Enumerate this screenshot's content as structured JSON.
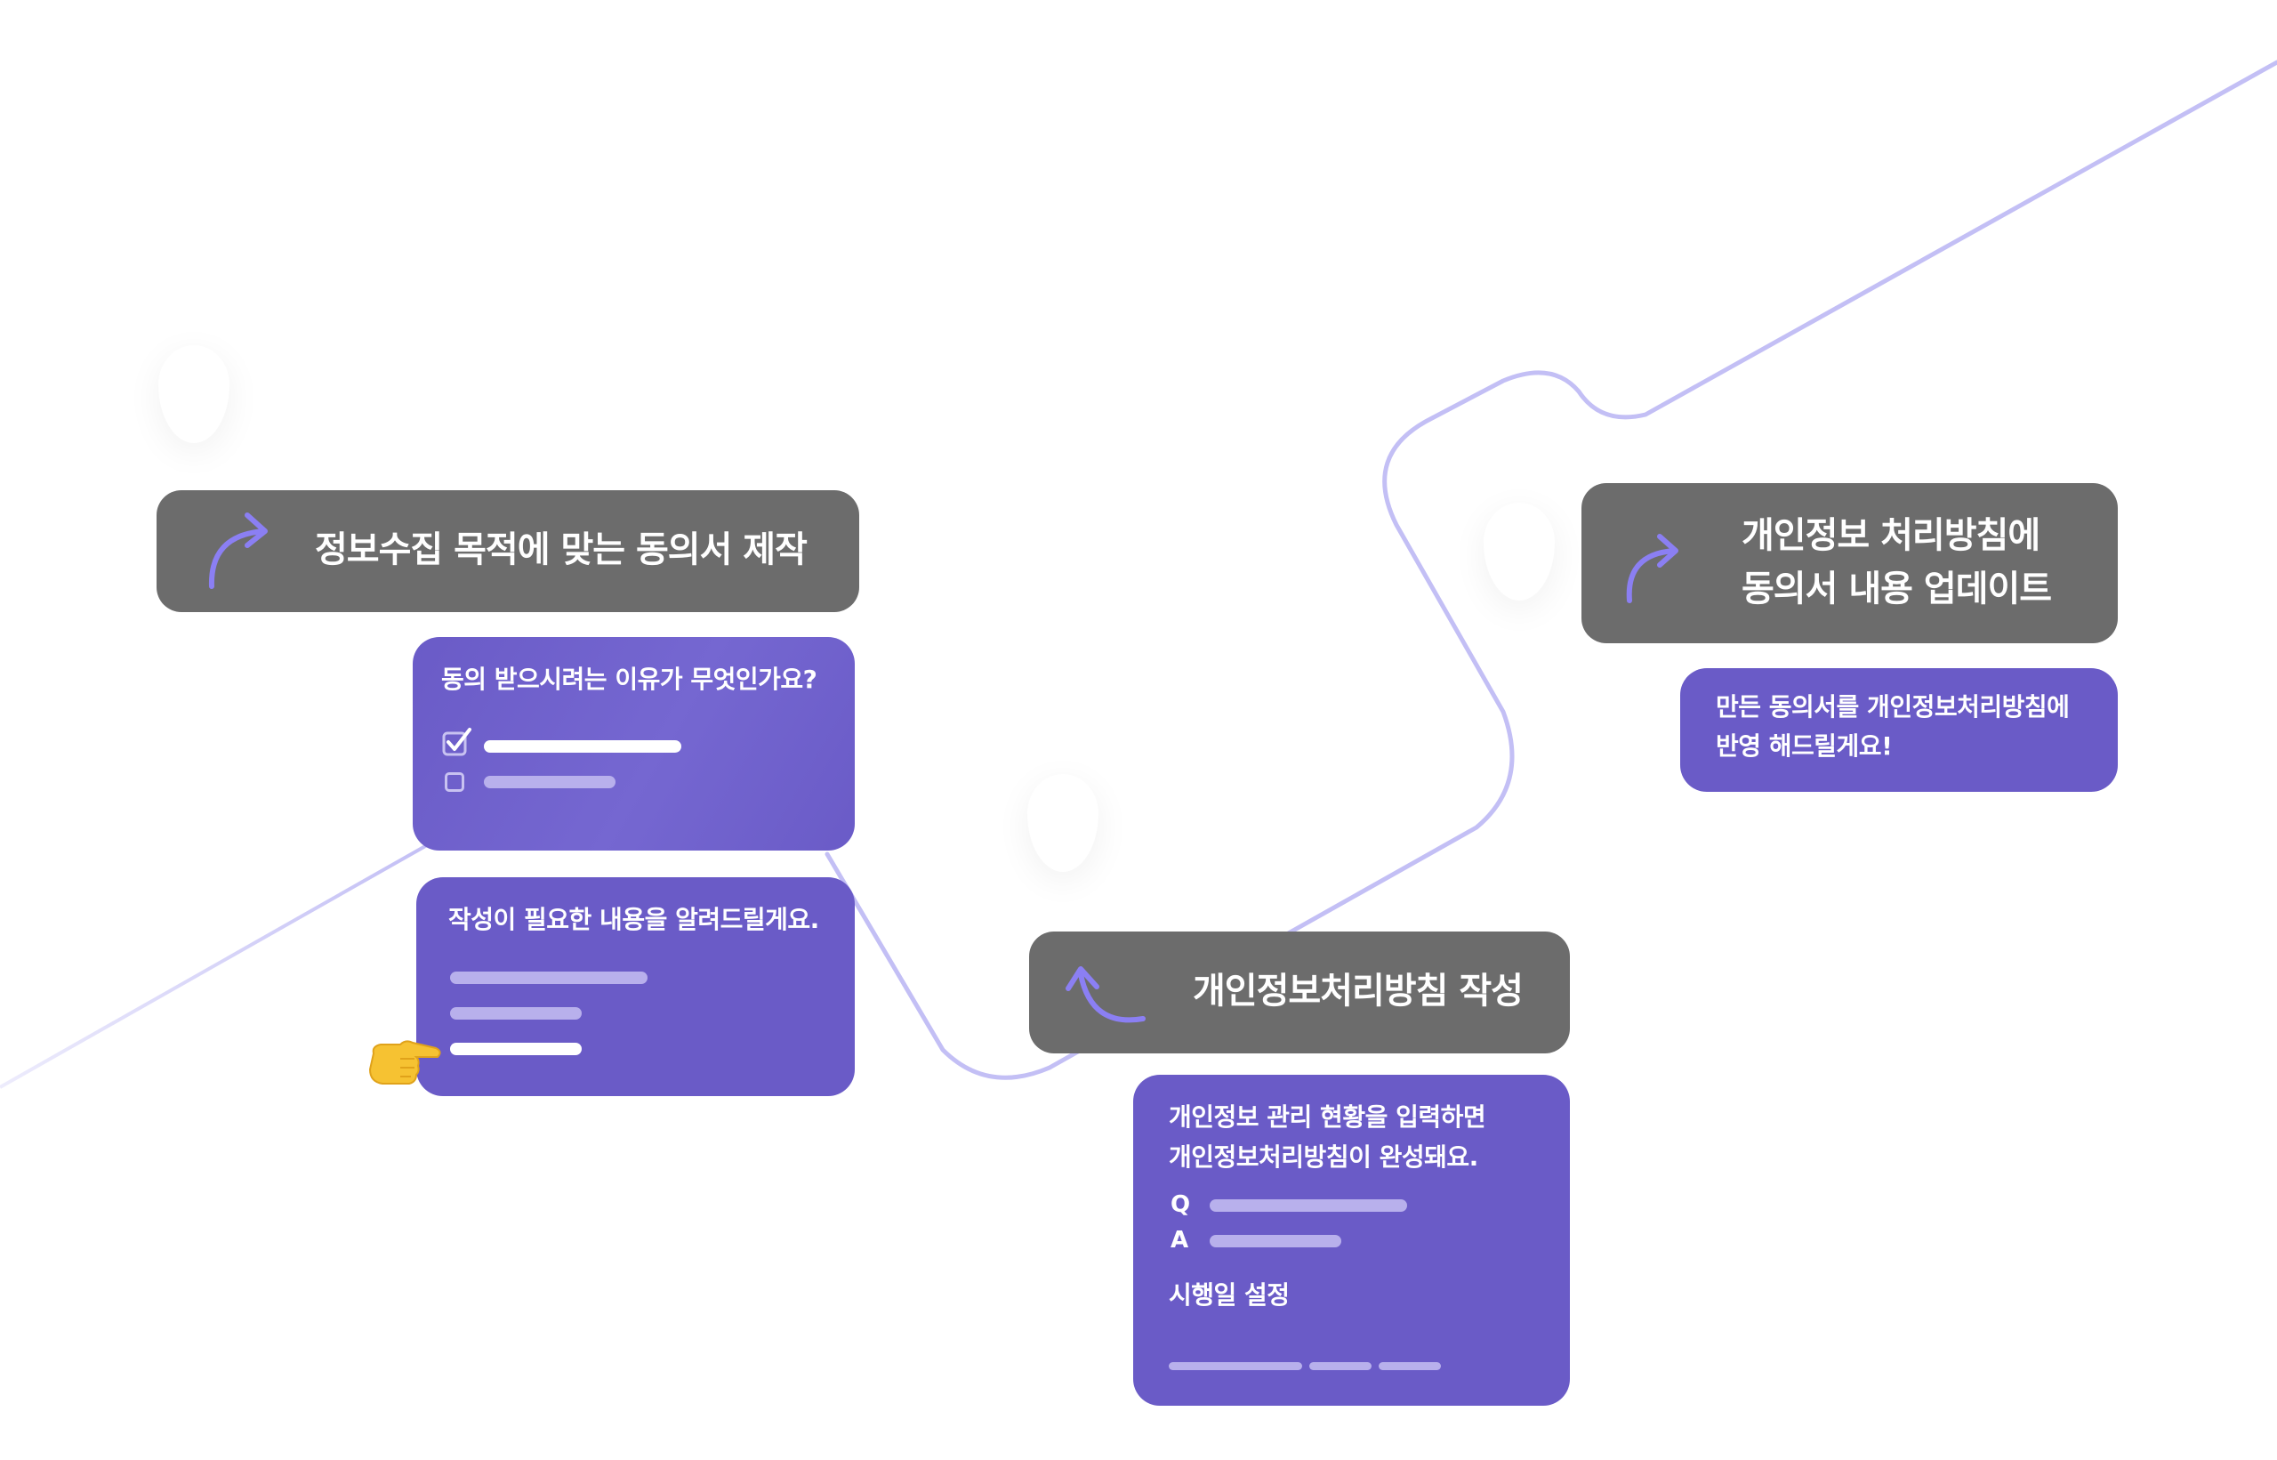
{
  "colors": {
    "header_bg": "#6c6c6c",
    "card_bg": "#6a5bc7",
    "accent": "#7b6ef0",
    "path_line": "#c3bff5",
    "bar_light": "#b8b0ec"
  },
  "steps": [
    {
      "title": "정보수집 목적에 맞는 동의서 제작",
      "icon": "curved-arrow-right-icon"
    },
    {
      "title": "개인정보처리방침 작성",
      "icon": "curved-arrow-back-icon"
    },
    {
      "title_line1": "개인정보 처리방침에",
      "title_line2": "동의서 내용 업데이트",
      "icon": "curved-arrow-right-icon"
    }
  ],
  "cards": {
    "consent_question": "동의 받으시려는 이유가 무엇인가요?",
    "content_guide": "작성이 필요한 내용을 알려드릴게요.",
    "policy_line1": "개인정보 관리 현황을 입력하면",
    "policy_line2": "개인정보처리방침이 완성돼요.",
    "q_label": "Q",
    "a_label": "A",
    "effective_date": "시행일 설정",
    "update_line1": "만든 동의서를 개인정보처리방침에",
    "update_line2": "반영 해드릴게요!"
  },
  "icons": {
    "pointer": "pointing-hand-icon",
    "check": "checkbox-checked-icon",
    "uncheck": "checkbox-empty-icon"
  }
}
